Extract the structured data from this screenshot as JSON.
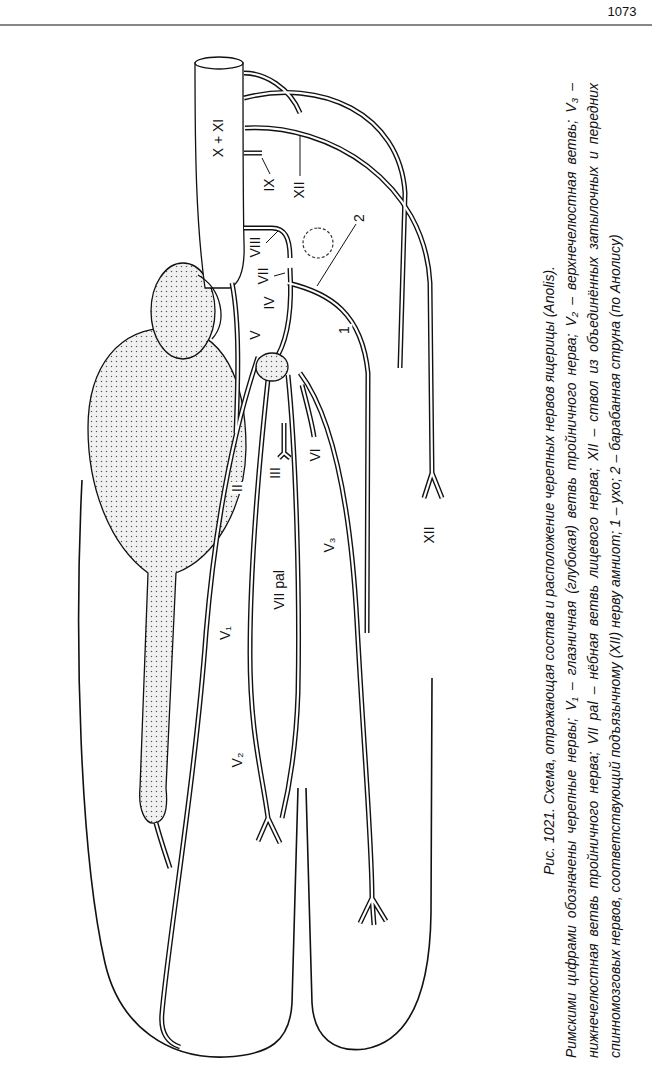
{
  "diagram": {
    "title": "Рис. 1021. Схема, отражающая состав и расположение черепных нервов ящерицы (Anolis).",
    "caption": "Римскими цифрами обозначены черепные нервы; V₁ – глазничная (глубокая) ветвь тройничного нерва; V₂ – верхнечелюстная ветвь; V₃ – нижнечелюстная ветвь тройничного нерва; VII pal – нёбная ветвь лицевого нерва; XII – ствол из объединённых затылочных и передних спинномозговых нервов, соответствующий подъязычному (XII) нерву амниот; 1 – ухо; 2 – барабанная струна (по Анолису)",
    "labels": [
      "1073",
      "V₁",
      "V₂",
      "V₃",
      "VII pal",
      "II",
      "III",
      "IV",
      "V",
      "VI",
      "VII",
      "VIII",
      "IX",
      "X + XI",
      "XII",
      "XII",
      "1",
      "2"
    ]
  }
}
